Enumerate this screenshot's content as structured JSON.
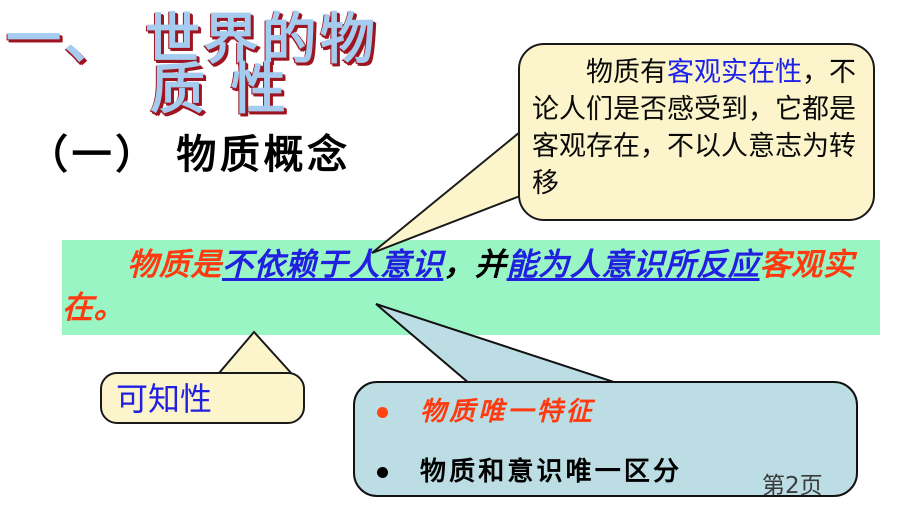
{
  "slide": {
    "page_number": "第2页",
    "background_color": "#ffffff"
  },
  "title": {
    "line1": "一、 世界的物",
    "line2": "质 性",
    "fill_color": "#A5CBEE",
    "shadow_color": "#9E1420"
  },
  "subtitle": {
    "text": "（一） 物质概念",
    "color": "#000000"
  },
  "yellow_callout": {
    "text_prefix": "物质有",
    "text_highlight": "客观实在性",
    "text_suffix": "，不论人们是否感受到，它都是客观存在，不以人意志为转移",
    "full_text": "物质有客观实在性，不论人们是否感受到，它都是客观存在，不以人意志为转移",
    "fill_color": "#FCF5CB",
    "highlight_color": "#1C22E8",
    "border_color": "#1a1a1a"
  },
  "green_box": {
    "seg1": "物质是",
    "seg2": "不依赖于人意识",
    "seg3": "，并",
    "seg4": "能为人意识所反应",
    "seg5": "客观实在。",
    "full_text": "物质是不依赖于人意识，并能为人意识所反应客观实在。",
    "fill_color": "#9AF5C5",
    "red_color": "#FF3A10",
    "blue_color": "#2220E0"
  },
  "knowability_callout": {
    "text": "可知性",
    "fill_color": "#FCF5CB",
    "text_color": "#2220E0"
  },
  "blue_callout": {
    "fill_color": "#BBDDE3",
    "items": [
      {
        "text": "物质唯一特征",
        "color": "#FF3A10",
        "bullet_color": "#FF4412"
      },
      {
        "text": "物质和意识唯一区分",
        "color": "#000000",
        "bullet_color": "#000000"
      }
    ],
    "item_0_text": "物质唯一特征",
    "item_1_text": "物质和意识唯一区分"
  }
}
